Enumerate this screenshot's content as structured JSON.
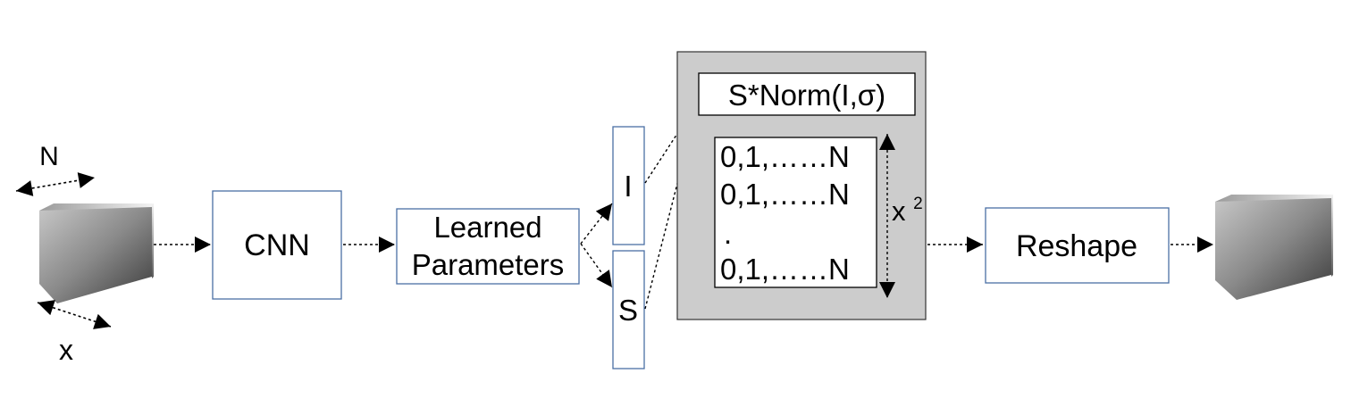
{
  "input_cube": {
    "dim_top_label": "N",
    "dim_bottom_label": "x"
  },
  "nodes": {
    "cnn": "CNN",
    "learned_parameters_line1": "Learned",
    "learned_parameters_line2": "Parameters",
    "param_i": "I",
    "param_s": "S"
  },
  "gaussian_block": {
    "formula": "S*Norm(I,σ)",
    "rows": [
      "0,1,……N",
      "0,1,……N",
      ".",
      "0,1,……N"
    ],
    "size_label_base": "x",
    "size_label_exponent": "2"
  },
  "reshape": "Reshape",
  "colors": {
    "box_border": "#4a6fa5",
    "panel_fill": "#cccccc",
    "panel_border": "#333333",
    "arrow": "#000000"
  }
}
